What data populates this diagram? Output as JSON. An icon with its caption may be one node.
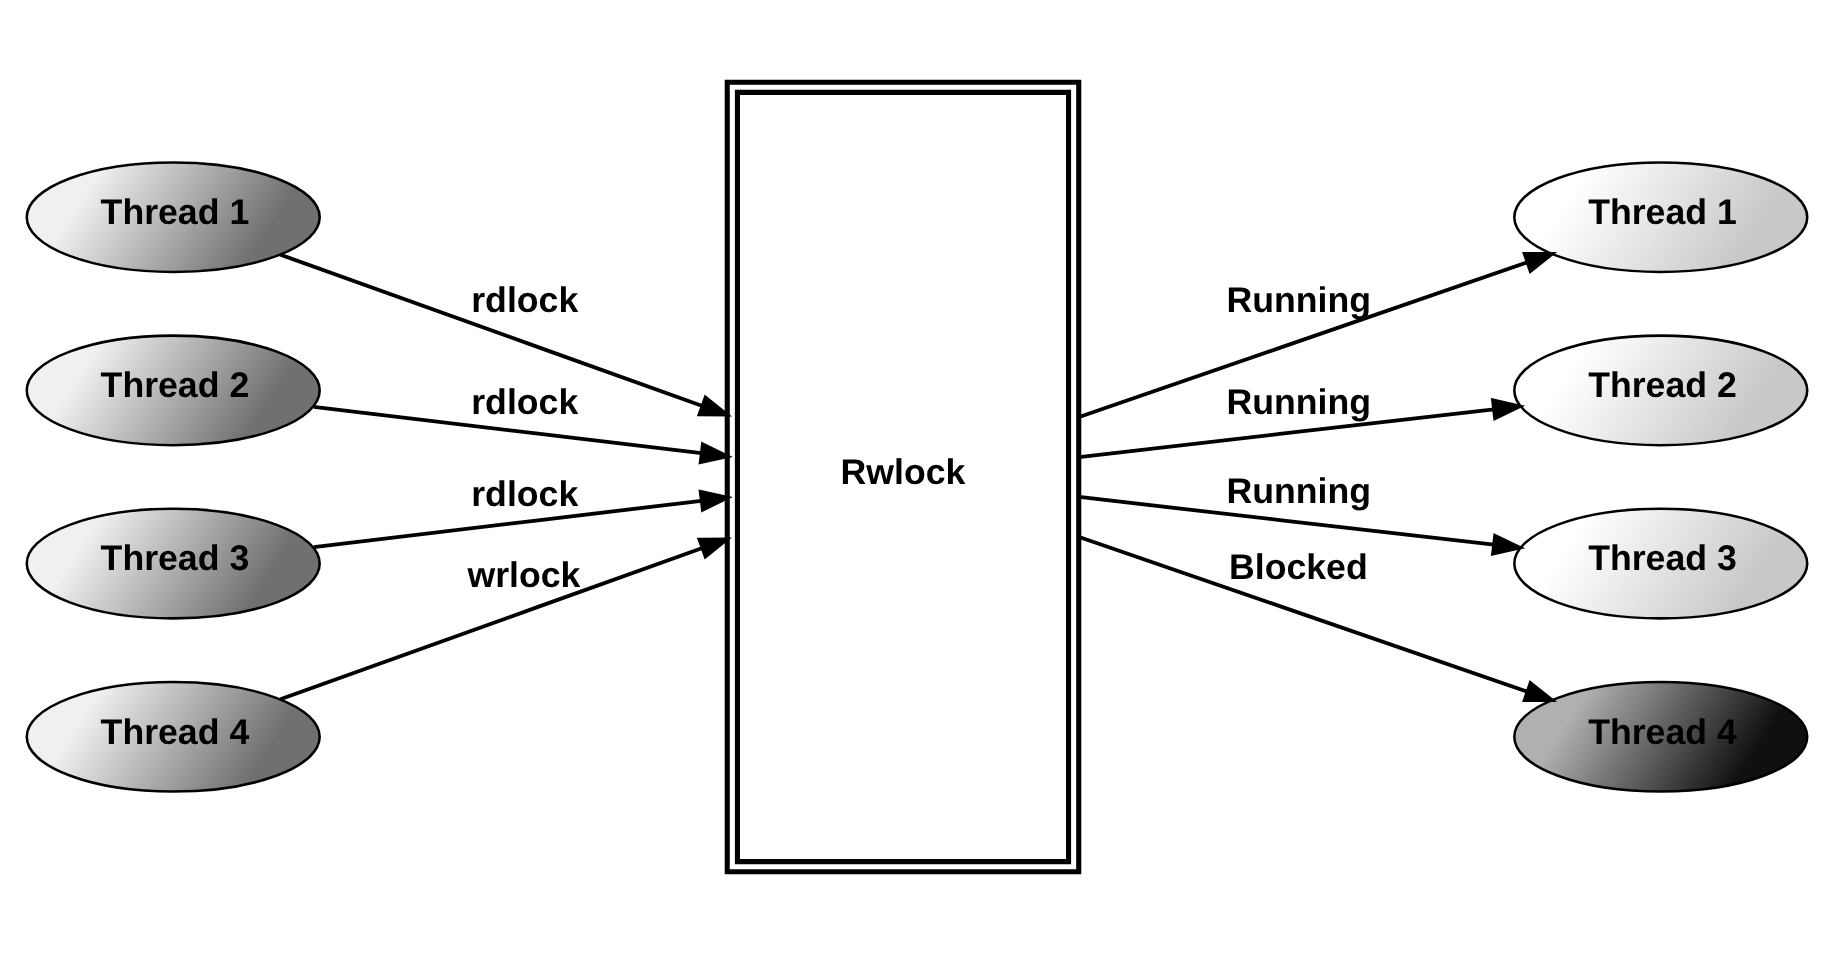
{
  "diagram": {
    "nodes": [
      {
        "text": [
          "Thread 1"
        ]
      },
      {
        "text": [
          "Thread 2"
        ]
      },
      {
        "text": [
          "Thread 3"
        ]
      },
      {
        "text": [
          "Thread 4"
        ]
      },
      {
        "text": [
          "Rwlock"
        ]
      },
      {
        "text": [
          "Thread 1"
        ]
      },
      {
        "text": [
          "Thread 2"
        ]
      },
      {
        "text": [
          "Thread 3"
        ]
      },
      {
        "text": [
          "Thread 4"
        ]
      }
    ],
    "edges": [
      {
        "from": 0,
        "to": 4,
        "arrow": "to",
        "label": "rdlock"
      },
      {
        "from": 1,
        "to": 4,
        "arrow": "to",
        "label": "rdlock"
      },
      {
        "from": 2,
        "to": 4,
        "arrow": "to",
        "label": "rdlock"
      },
      {
        "from": 3,
        "to": 4,
        "arrow": "to",
        "label": "wrlock"
      },
      {
        "from": 4,
        "to": 5,
        "arrow": "to",
        "label": "Running"
      },
      {
        "from": 4,
        "to": 6,
        "arrow": "to",
        "label": "Running"
      },
      {
        "from": 4,
        "to": 7,
        "arrow": "to",
        "label": "Running"
      },
      {
        "from": 4,
        "to": 8,
        "arrow": "to",
        "label": "Blocked"
      }
    ]
  }
}
